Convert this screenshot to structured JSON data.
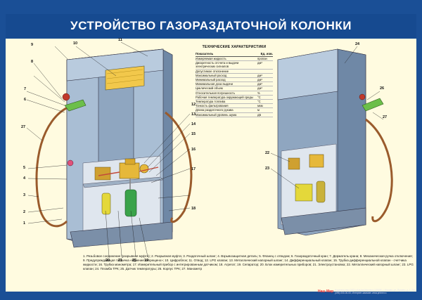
{
  "title": "УСТРОЙСТВО ГАЗОРАЗДАТОЧНОЙ КОЛОНКИ",
  "specs": {
    "title": "ТЕХНИЧЕСКИЕ ХАРАКТЕРИСТИКИ",
    "col_param": "Показатель",
    "col_unit": "Ед. изм.",
    "rows": [
      {
        "param": "Измеряемая жидкость",
        "unit": "пропан"
      },
      {
        "param": "Дискретность отсчета и выдачи электрических сигналов",
        "unit": "дм³"
      },
      {
        "param": "Допустимое отклонение",
        "unit": ""
      },
      {
        "param": "Максимальный расход",
        "unit": "дм³"
      },
      {
        "param": "Минимальный расход",
        "unit": "дм³"
      },
      {
        "param": "Минимальная доза выдачи",
        "unit": "дм³"
      },
      {
        "param": "Циклический объем",
        "unit": "дм³"
      },
      {
        "param": "Относительная погрешность",
        "unit": "%"
      },
      {
        "param": "Рабочая температура окружающей среды",
        "unit": "°C"
      },
      {
        "param": "Температура топлива",
        "unit": "°C"
      },
      {
        "param": "Тонкость фильтрования",
        "unit": "мкм"
      },
      {
        "param": "Длина раздаточного рукава",
        "unit": "м"
      },
      {
        "param": "Максимальный уровень шума",
        "unit": "дБ"
      }
    ]
  },
  "legend": "1. Резьбовое соединение (разрывная муфта); 2. Разрывная муфта; 3. Раздаточный шланг; 4. Взрывозащитная деталь; 5. Фланец с отводом; 6. Газораздаточный кран; 7. Держатель крана; 8. Механическая ручка отключения; 9. Предупреждающая табличка «Курение запрещено»; 10. Цифроблок; 11. Отвод; 12. LPG клапан; 13. Металлический напорный шланг; 14. Дифференциальный клапан; 15. Трубка дифференциальной клапан - счетчика жидкости; 16. Трубка манометра; 17. Измерительный прибор с интегрированным датчиком; 18. Агрегат; 19. Сепаратор; 20. Блок измерительных приборов; 21. Электроустановка; 22. Металлический напорный шланг; 23. LPG клапан; 24. Пломба ТРК; 25. Датчик температуры; 26. Корпус ТРК; 27. Манометр",
  "footer": {
    "brand": "Наш Мир",
    "info": "Издательство ООО «Альфа-Мастер» 123456, г. Москва, ул. Пример, д. 1; Тел. (495) 000-00-00; Интернет-магазин: www.primer.ru"
  },
  "callouts": {
    "n1": "1",
    "n2": "2",
    "n3": "3",
    "n4": "4",
    "n5": "5",
    "n6": "6",
    "n7": "7",
    "n8": "8",
    "n9": "9",
    "n10": "10",
    "n11": "11",
    "n12": "12",
    "n13": "13",
    "n14": "14",
    "n15": "15",
    "n16": "16",
    "n17": "17",
    "n18": "18",
    "n19": "19",
    "n20": "20",
    "n21": "21",
    "n22": "22",
    "n23": "23",
    "n24": "24",
    "n25": "25",
    "n26": "26",
    "n27": "27",
    "n27b": "27",
    "n22b": "22",
    "n23b": "23"
  }
}
